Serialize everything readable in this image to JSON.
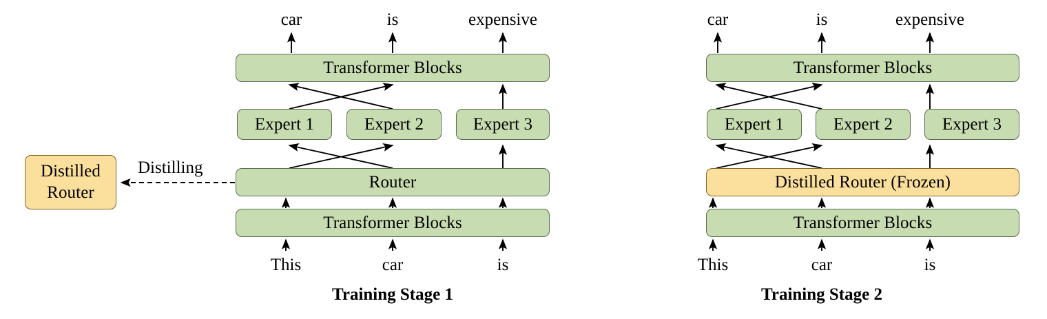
{
  "figure": {
    "type": "diagram",
    "description": "Two-stage MoE router distillation training diagram",
    "colors": {
      "green_fill": "#c7dcb0",
      "green_stroke": "#5a6a50",
      "yellow_fill": "#fbdf9c",
      "yellow_stroke": "#7a6428",
      "arrow": "#000000",
      "background": "#ffffff"
    }
  },
  "stage1": {
    "caption": "Training Stage 1",
    "outputs": [
      "car",
      "is",
      "expensive"
    ],
    "inputs": [
      "This",
      "car",
      "is"
    ],
    "top_transformer": "Transformer Blocks",
    "experts": [
      "Expert 1",
      "Expert 2",
      "Expert 3"
    ],
    "router": "Router",
    "bottom_transformer": "Transformer Blocks",
    "distilled_router": {
      "line1": "Distilled",
      "line2": "Router"
    },
    "distill_edge_label": "Distilling"
  },
  "stage2": {
    "caption": "Training Stage 2",
    "outputs": [
      "car",
      "is",
      "expensive"
    ],
    "inputs": [
      "This",
      "car",
      "is"
    ],
    "top_transformer": "Transformer Blocks",
    "experts": [
      "Expert 1",
      "Expert 2",
      "Expert 3"
    ],
    "router": "Distilled Router (Frozen)",
    "bottom_transformer": "Transformer Blocks"
  }
}
